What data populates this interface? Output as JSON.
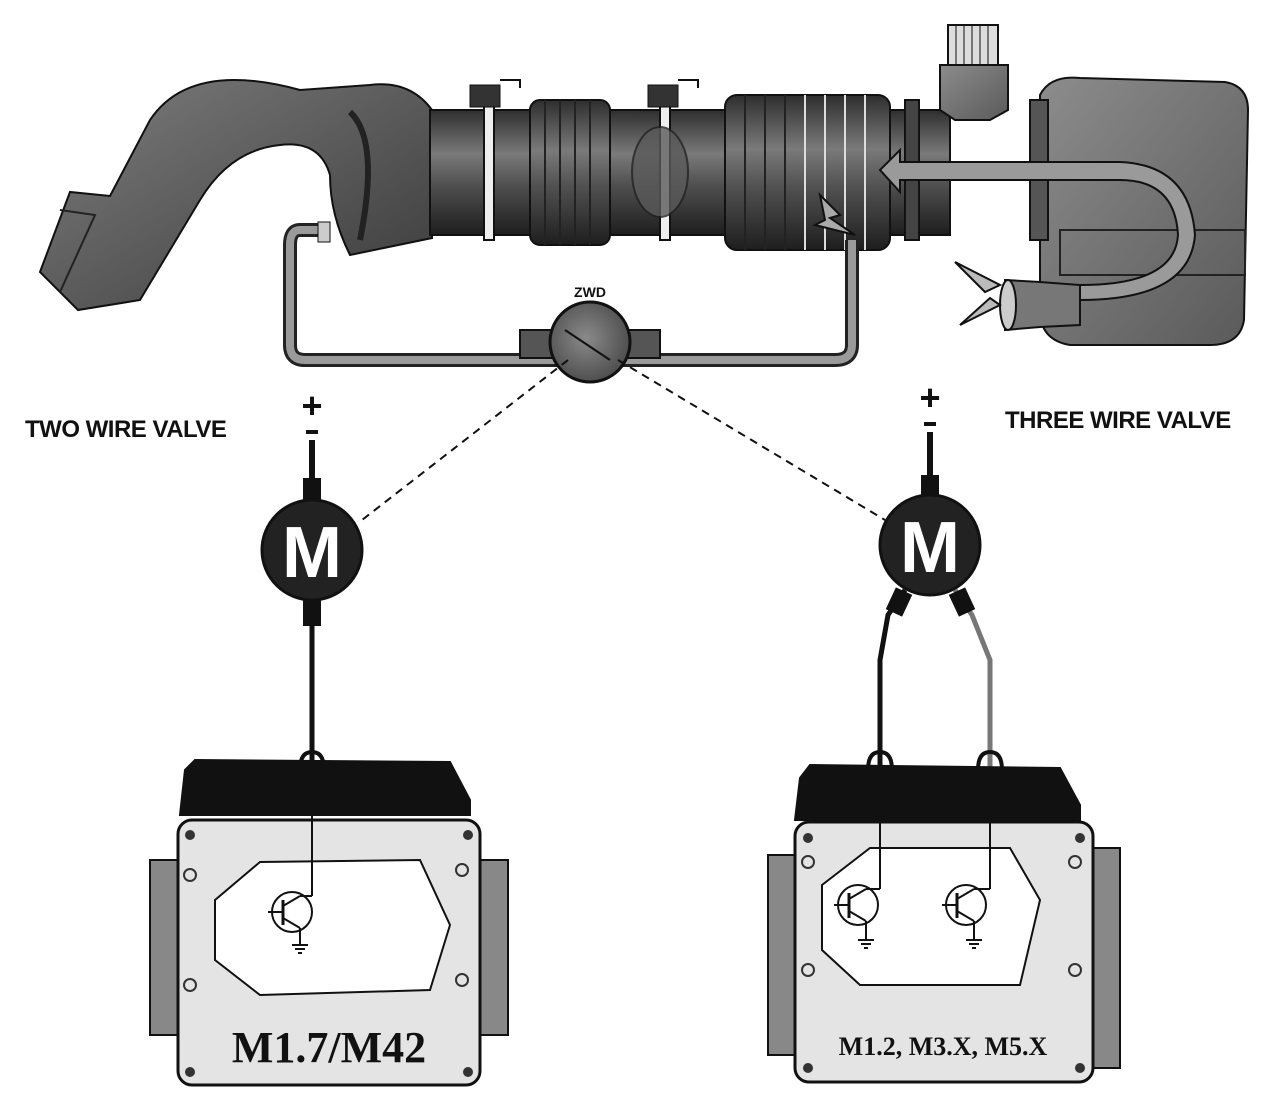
{
  "intake": {
    "zwd_label": "ZWD"
  },
  "left_valve": {
    "title": "TWO WIRE VALVE",
    "plus": "+",
    "minus": "-",
    "motor_symbol": "M",
    "ecu_label": "M1.7/M42"
  },
  "right_valve": {
    "title": "THREE WIRE VALVE",
    "plus": "+",
    "minus": "-",
    "motor_symbol": "M",
    "ecu_label": "M1.2, M3.X, M5.X"
  },
  "colors": {
    "housing_dark": "#3a3a3a",
    "housing_mid": "#6b6b6b",
    "ecu_face": "#e3e3e3",
    "ecu_side": "#8a8a8a",
    "ink": "#111111"
  }
}
